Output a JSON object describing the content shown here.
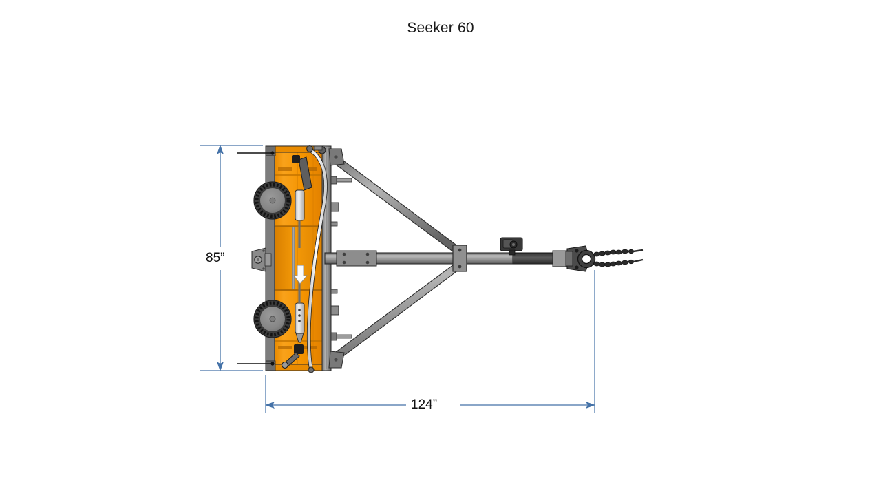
{
  "document": {
    "title": "Seeker 60",
    "background_color": "#ffffff"
  },
  "drawing": {
    "type": "product-technical-drawing",
    "view": "top-plan-view",
    "subject": "Seeker 60 pull-type sweeper / broom attachment with A-frame tongue and hitch",
    "machine_body_color": "#f29400",
    "machine_body_shadow_color": "#d97d00",
    "frame_color": "#8c8c8c",
    "frame_dark_color": "#4a4a4a",
    "outline_color": "#2b2b2b",
    "hose_color": "#f2f2f2",
    "dimension_color": "#4472a8",
    "leader_color": "#1a1a1a"
  },
  "dimensions": {
    "vertical": {
      "label": "85”",
      "value": 85,
      "unit": "inches",
      "axis": "height",
      "arrow_style": "double-ended",
      "position": "left"
    },
    "horizontal": {
      "label": "124”",
      "value": 124,
      "unit": "inches",
      "axis": "length",
      "arrow_style": "double-ended",
      "position": "bottom"
    }
  },
  "components": {
    "body": "sweeper-housing",
    "brush_discs": 2,
    "hitch": "clevis-hitch-with-safety-chains",
    "safety_chains": 2,
    "tongue": "a-frame-tongue",
    "gearbox": "drive-gearbox",
    "cylinders": "hydraulic-cylinders",
    "hoses": "hydraulic-hoses"
  }
}
